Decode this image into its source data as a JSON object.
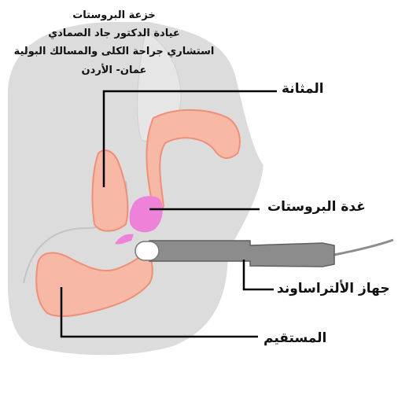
{
  "header": {
    "line1": "خزعة البروستات",
    "line2": "عيادة الدكتور جاد الصمادي",
    "line3": "استشاري جراحة الكلى والمسالك البولية",
    "line4": "عمان- الأردن"
  },
  "labels": {
    "bladder": "المثانة",
    "prostate": "غدة البروستات",
    "ultrasound": "جهاز الألتراساوند",
    "rectum": "المستقيم"
  },
  "colors": {
    "body_gray": "#dcdcdc",
    "organ_pink": "#f7b8a6",
    "organ_outline": "#f08f78",
    "prostate_magenta": "#ee82d8",
    "probe_gray": "#8c8c8c",
    "leader_line": "#000000"
  }
}
